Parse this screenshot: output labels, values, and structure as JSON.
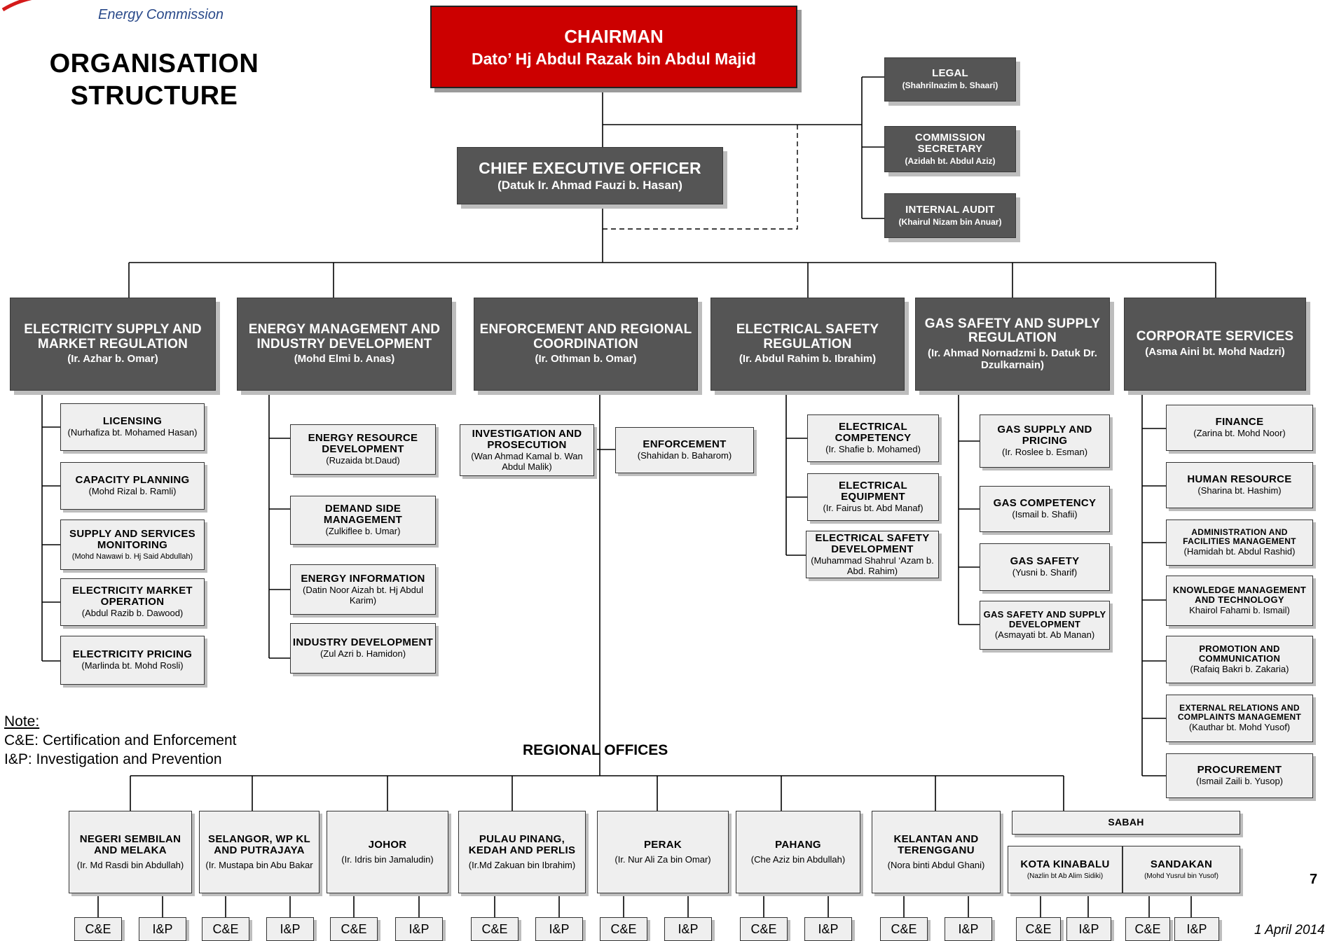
{
  "logo": {
    "subtitle": "Energy Commission"
  },
  "title": {
    "line1": "ORGANISATION",
    "line2": "STRUCTURE"
  },
  "chairman": {
    "title": "CHAIRMAN",
    "name": "Dato’ Hj Abdul Razak bin Abdul Majid"
  },
  "ceo": {
    "title": "CHIEF EXECUTIVE OFFICER",
    "name": "(Datuk Ir. Ahmad Fauzi b. Hasan)"
  },
  "staff": [
    {
      "title": "LEGAL",
      "name": "(Shahrilnazim b. Shaari)"
    },
    {
      "title": "COMMISSION SECRETARY",
      "name": "(Azidah bt. Abdul Aziz)"
    },
    {
      "title": "INTERNAL AUDIT",
      "name": "(Khairul Nizam bin Anuar)"
    }
  ],
  "divisions": [
    {
      "title": "ELECTRICITY SUPPLY AND MARKET REGULATION",
      "name": "(Ir. Azhar b. Omar)",
      "units": [
        {
          "title": "LICENSING",
          "name": "(Nurhafiza bt. Mohamed Hasan)"
        },
        {
          "title": "CAPACITY PLANNING",
          "name": "(Mohd Rizal b. Ramli)"
        },
        {
          "title": "SUPPLY AND SERVICES MONITORING",
          "name": "(Mohd Nawawi b. Hj Said Abdullah)"
        },
        {
          "title": "ELECTRICITY MARKET OPERATION",
          "name": "(Abdul Razib b. Dawood)"
        },
        {
          "title": "ELECTRICITY PRICING",
          "name": "(Marlinda bt. Mohd Rosli)"
        }
      ]
    },
    {
      "title": "ENERGY MANAGEMENT AND INDUSTRY DEVELOPMENT",
      "name": "(Mohd Elmi b. Anas)",
      "units": [
        {
          "title": "ENERGY RESOURCE DEVELOPMENT",
          "name": "(Ruzaida bt.Daud)"
        },
        {
          "title": "DEMAND SIDE MANAGEMENT",
          "name": "(Zulkiflee b. Umar)"
        },
        {
          "title": "ENERGY INFORMATION",
          "name": "(Datin Noor Aizah bt. Hj Abdul Karim)"
        },
        {
          "title": "INDUSTRY DEVELOPMENT",
          "name": "(Zul Azri b. Hamidon)"
        }
      ]
    },
    {
      "title": "ENFORCEMENT AND REGIONAL COORDINATION",
      "name": "(Ir. Othman b. Omar)",
      "units": [
        {
          "title": "INVESTIGATION AND PROSECUTION",
          "name": "(Wan Ahmad Kamal b. Wan Abdul Malik)"
        },
        {
          "title": "ENFORCEMENT",
          "name": "(Shahidan b. Baharom)"
        }
      ]
    },
    {
      "title": "ELECTRICAL SAFETY REGULATION",
      "name": "(Ir. Abdul Rahim b. Ibrahim)",
      "units": [
        {
          "title": "ELECTRICAL COMPETENCY",
          "name": "(Ir. Shafie b. Mohamed)"
        },
        {
          "title": "ELECTRICAL EQUIPMENT",
          "name": "(Ir. Fairus bt. Abd Manaf)"
        },
        {
          "title": "ELECTRICAL SAFETY DEVELOPMENT",
          "name": "(Muhammad Shahrul ‘Azam b. Abd. Rahim)"
        }
      ]
    },
    {
      "title": "GAS SAFETY AND SUPPLY REGULATION",
      "name": "(Ir. Ahmad Nornadzmi b. Datuk Dr. Dzulkarnain)",
      "units": [
        {
          "title": "GAS SUPPLY AND PRICING",
          "name": "(Ir. Roslee b. Esman)"
        },
        {
          "title": "GAS COMPETENCY",
          "name": "(Ismail b. Shafii)"
        },
        {
          "title": "GAS SAFETY",
          "name": "(Yusni b. Sharif)"
        },
        {
          "title": "GAS SAFETY AND SUPPLY DEVELOPMENT",
          "name": "(Asmayati bt. Ab Manan)"
        }
      ]
    },
    {
      "title": "CORPORATE SERVICES",
      "name": "(Asma Aini bt. Mohd Nadzri)",
      "units": [
        {
          "title": "FINANCE",
          "name": "(Zarina bt. Mohd Noor)"
        },
        {
          "title": "HUMAN RESOURCE",
          "name": "(Sharina bt. Hashim)"
        },
        {
          "title": "ADMINISTRATION AND FACILITIES MANAGEMENT",
          "name": "(Hamidah bt. Abdul Rashid)"
        },
        {
          "title": "KNOWLEDGE MANAGEMENT AND TECHNOLOGY",
          "name": "Khairol Fahami b. Ismail)"
        },
        {
          "title": "PROMOTION AND COMMUNICATION",
          "name": "(Rafaiq Bakri b. Zakaria)"
        },
        {
          "title": "EXTERNAL RELATIONS AND COMPLAINTS MANAGEMENT",
          "name": "(Kauthar bt. Mohd Yusof)"
        },
        {
          "title": "PROCUREMENT",
          "name": "(Ismail Zaili b. Yusop)"
        }
      ]
    }
  ],
  "note": {
    "heading": "Note:",
    "line1": "C&E: Certification and Enforcement",
    "line2": "I&P: Investigation and Prevention"
  },
  "regional": {
    "title": "REGIONAL OFFICES",
    "ce_label": "C&E",
    "ip_label": "I&P",
    "offices": [
      {
        "title": "NEGERI SEMBILAN AND MELAKA",
        "name": "(Ir. Md Rasdi bin Abdullah)"
      },
      {
        "title": "SELANGOR, WP KL AND PUTRAJAYA",
        "name": "(Ir. Mustapa bin Abu Bakar"
      },
      {
        "title": "JOHOR",
        "name": "(Ir. Idris bin Jamaludin)"
      },
      {
        "title": "PULAU PINANG, KEDAH AND PERLIS",
        "name": "(Ir.Md Zakuan bin Ibrahim)"
      },
      {
        "title": "PERAK",
        "name": "(Ir. Nur Ali Za bin Omar)"
      },
      {
        "title": "PAHANG",
        "name": "(Che Aziz bin Abdullah)"
      },
      {
        "title": "KELANTAN AND TERENGGANU",
        "name": "(Nora binti Abdul Ghani)"
      }
    ],
    "sabah": {
      "title": "SABAH",
      "offices": [
        {
          "title": "KOTA KINABALU",
          "name": "(Nazlin bt Ab Alim Sidiki)"
        },
        {
          "title": "SANDAKAN",
          "name": "(Mohd Yusrul bin Yusof)"
        }
      ]
    }
  },
  "footer": {
    "page_number": "7",
    "date": "1 April 2014"
  }
}
